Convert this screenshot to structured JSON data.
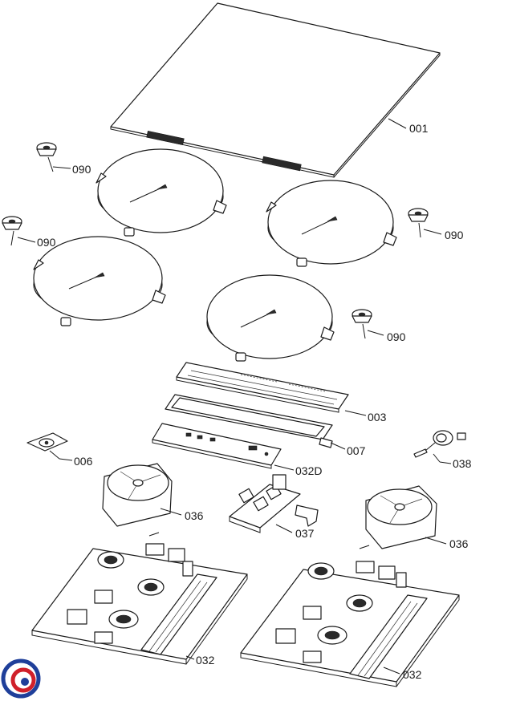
{
  "labels": {
    "p001": "001",
    "p090a": "090",
    "p090b": "090",
    "p090c": "090",
    "p090d": "090",
    "p003": "003",
    "p007": "007",
    "p032d": "032D",
    "p006": "006",
    "p038": "038",
    "p036a": "036",
    "p036b": "036",
    "p037": "037",
    "p032a": "032",
    "p032b": "032"
  },
  "colors": {
    "line": "#1a1a1a",
    "logo_red": "#d0202a",
    "logo_blue": "#1f3f9a"
  }
}
